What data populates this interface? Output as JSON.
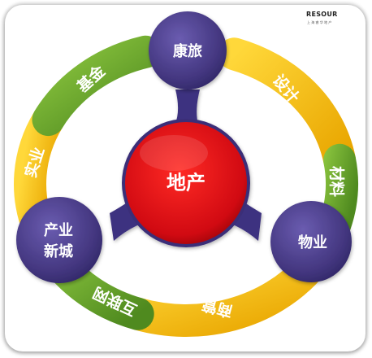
{
  "logo": {
    "word": "RESOUR",
    "sub": "上 海 睿 华 地 产"
  },
  "center": {
    "label": "地产"
  },
  "nodes": {
    "top": {
      "label": "康旅"
    },
    "right": {
      "label": "物业"
    },
    "left": {
      "line1": "产业",
      "line2": "新城"
    }
  },
  "ring_segments": {
    "design": "设计",
    "materials": "材料",
    "commerce": "商管",
    "internet": "互联网",
    "industry": "实业",
    "fund": "基金"
  },
  "colors": {
    "green": "#6aa631",
    "green_dark": "#4f8a1f",
    "yellow": "#f2c100",
    "yellow_dark": "#e0a800",
    "purple": "#4b3f8c",
    "purple_dark": "#2f2766",
    "red": "#e2141c",
    "red_dark": "#9e0208"
  }
}
